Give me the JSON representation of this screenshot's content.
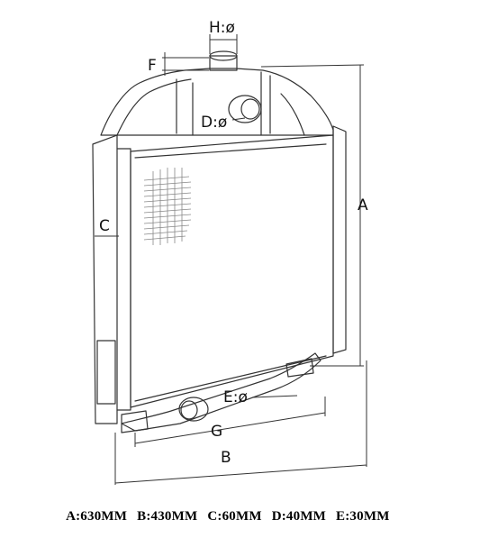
{
  "labels": {
    "A": "A",
    "B": "B",
    "C": "C",
    "D": "D:ø",
    "E": "E:ø",
    "F": "F",
    "G": "G",
    "H": "H:ø"
  },
  "specs": [
    "A:630MM",
    "B:430MM",
    "C:60MM",
    "D:40MM",
    "E:30MM"
  ],
  "colors": {
    "line": "#333333",
    "text": "#111111",
    "fill": "#ffffff"
  }
}
